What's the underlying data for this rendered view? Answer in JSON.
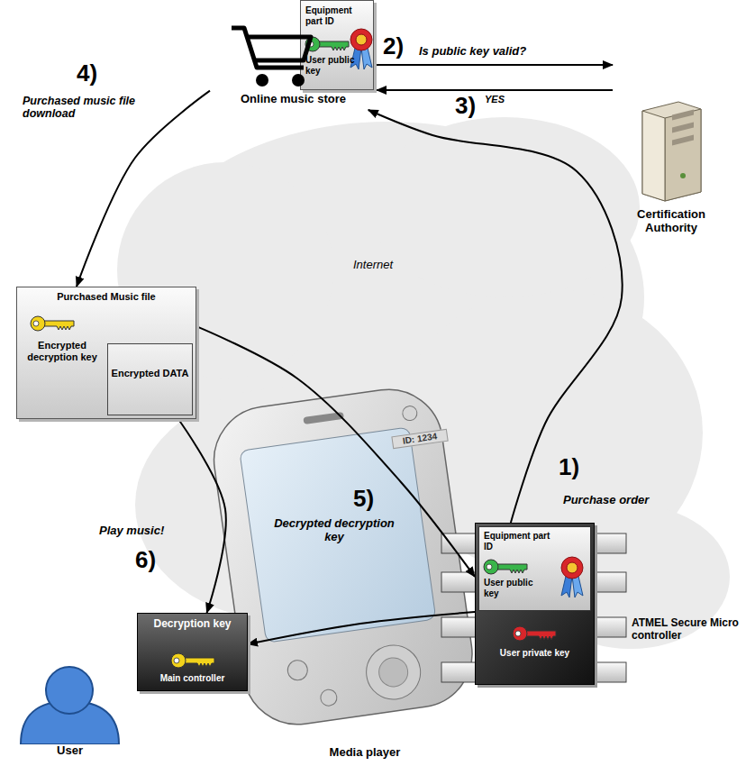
{
  "diagram": {
    "nodes": [
      {
        "text": [
          "Equipment part ID",
          "User public key"
        ]
      },
      {
        "text": [
          "Online music store"
        ]
      },
      {
        "text": [
          "Certification Authority"
        ]
      },
      {
        "text": [
          "Purchased Music file",
          "Encrypted decryption key"
        ]
      },
      {
        "text": [
          "Encrypted DATA"
        ],
        "in": 3
      },
      {
        "text": [
          "ID: 1234",
          "Media player"
        ]
      },
      {
        "text": [
          "Equipment part ID",
          "User public key",
          "User private key",
          "ATMEL Secure Micro controller"
        ],
        "in": 5
      },
      {
        "text": [
          "Decryption key",
          "Main controller"
        ]
      },
      {
        "text": [
          "User"
        ]
      }
    ],
    "edges": [
      {
        "from": 6,
        "to": 1,
        "arrow": "to",
        "label": "Purchase order"
      },
      {
        "from": 1,
        "to": 2,
        "arrow": "to",
        "label": "Is public key valid?"
      },
      {
        "from": 2,
        "to": 1,
        "arrow": "to",
        "label": "YES"
      },
      {
        "from": 1,
        "to": 3,
        "arrow": "to",
        "label": "Purchased music file download"
      },
      {
        "from": 3,
        "to": 6,
        "arrow": "to"
      },
      {
        "from": 6,
        "to": 7,
        "arrow": "to",
        "label": "Decrypted decryption key"
      },
      {
        "from": 4,
        "to": 7,
        "arrow": "to",
        "label": "Play music!"
      }
    ],
    "labels": [
      "1)",
      "2)",
      "3)",
      "4)",
      "5)",
      "6)",
      "Internet"
    ]
  }
}
